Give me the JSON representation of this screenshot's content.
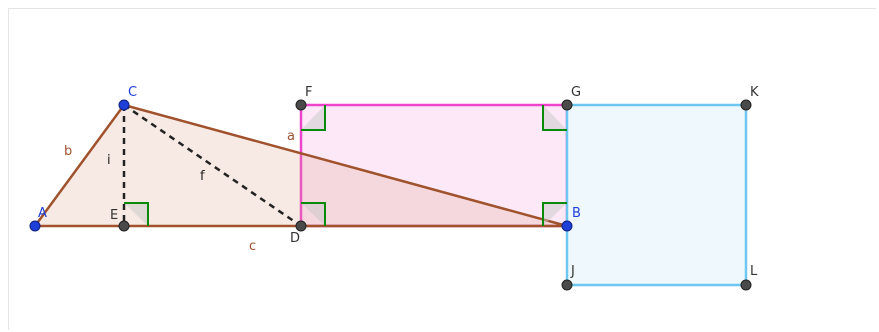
{
  "colors": {
    "triangle_stroke": "#a0522d",
    "triangle_fill": "#f5e6dc",
    "pink_stroke": "#ee44cc",
    "pink_fill": "#fce8f6",
    "blue_stroke": "#6ec6f2",
    "blue_fill": "#eef8fd",
    "point_blue": "#1f3fd9",
    "point_dark": "#444444",
    "label_blue": "#1f3fd9",
    "label_dark": "#333333",
    "label_brown": "#a0522d",
    "right_angle": "#0a8a0a"
  },
  "points": {
    "A": "A",
    "B": "B",
    "C": "C",
    "D": "D",
    "E": "E",
    "F": "F",
    "G": "G",
    "J": "J",
    "K": "K",
    "L": "L"
  },
  "segments": {
    "a": "a",
    "b": "b",
    "c": "c",
    "f": "f",
    "i": "i"
  }
}
